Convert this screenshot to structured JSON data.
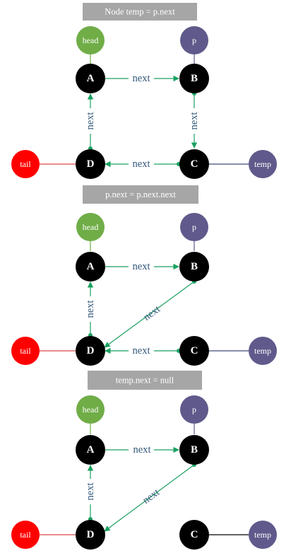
{
  "colors": {
    "node": "#000000",
    "head": "#70ad47",
    "pointer": "#5f5a8b",
    "tail": "#ff0000",
    "arrow": "#1aa160",
    "edge_label": "#31577a",
    "title_bg": "#a6a6a6",
    "tail_link": "#d94848",
    "pointer_link": "#3d4a78"
  },
  "edge_label": "next",
  "nodes": {
    "a": "A",
    "b": "B",
    "c": "C",
    "d": "D"
  },
  "tags": {
    "head": "head",
    "p": "p",
    "tail": "tail",
    "temp": "temp"
  },
  "panels": [
    {
      "title": "Node temp = p.next",
      "edges": [
        "A-B",
        "B-C",
        "C-D",
        "D-A"
      ],
      "tags": [
        "head",
        "p",
        "tail",
        "temp"
      ]
    },
    {
      "title": "p.next = p.next.next",
      "edges": [
        "A-B",
        "B-D",
        "C-D",
        "D-A"
      ],
      "tags": [
        "head",
        "p",
        "tail",
        "temp"
      ]
    },
    {
      "title": "temp.next = null",
      "edges": [
        "A-B",
        "B-D",
        "D-A"
      ],
      "tags": [
        "head",
        "p",
        "tail",
        "temp"
      ]
    }
  ]
}
